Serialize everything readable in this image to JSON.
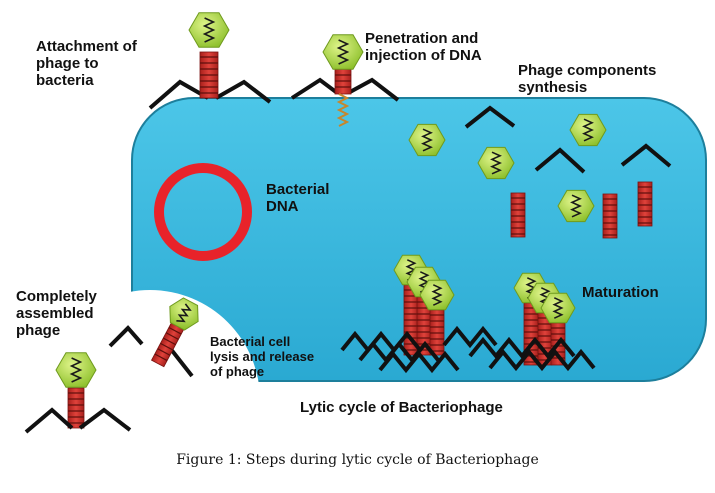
{
  "labels": {
    "attachment": "Attachment of\nphage to\nbacteria",
    "penetration": "Penetration and\ninjection of DNA",
    "synthesis": "Phage components\nsynthesis",
    "bacterial_dna": "Bacterial\nDNA",
    "maturation": "Maturation",
    "completely_assembled": "Completely\nassembled\nphage",
    "lysis": "Bacterial cell\nlysis and release\nof phage",
    "cycle_title": "Lytic cycle of Bacteriophage"
  },
  "caption": "Figure 1: Steps during lytic cycle of Bacteriophage",
  "colors": {
    "cell_fill": "#3bbde0",
    "cell_stroke": "#1d7f9c",
    "dna_ring": "#e8232a",
    "capsid": "#a6d33c",
    "tail": "#c9302c",
    "leg": "#111111"
  }
}
